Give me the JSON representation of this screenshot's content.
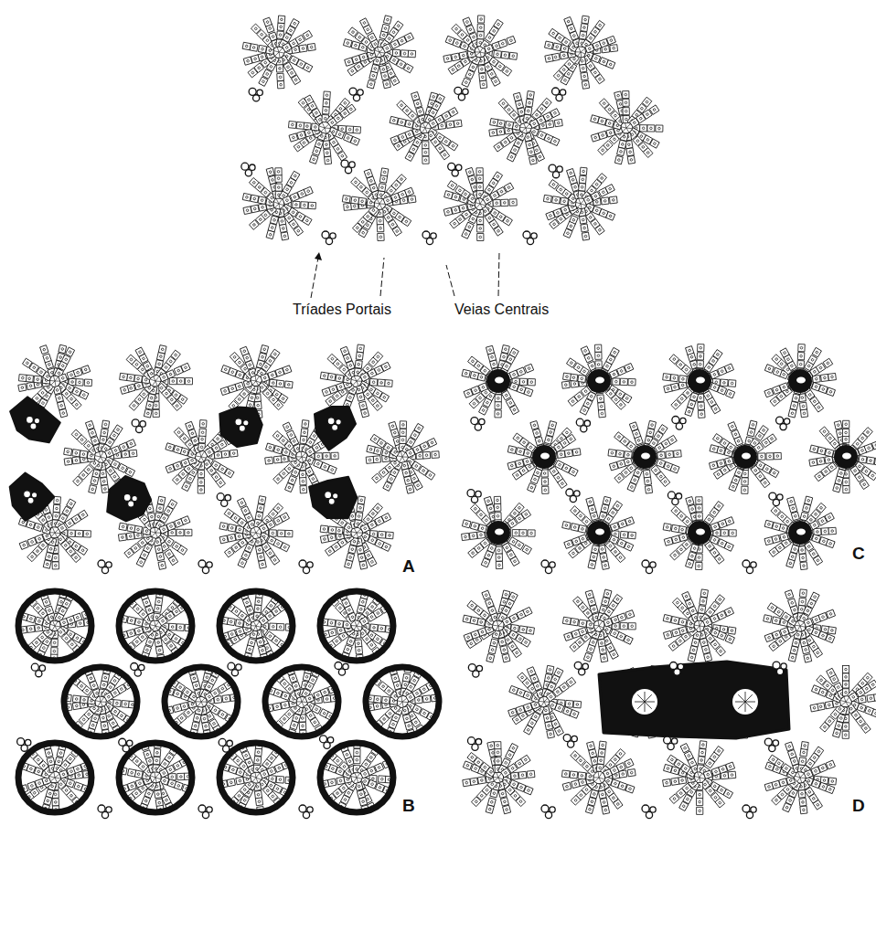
{
  "diagram": {
    "labels": [
      "Tríades Portais",
      "Veias Centrais",
      "A",
      "C",
      "B",
      "D"
    ]
  }
}
